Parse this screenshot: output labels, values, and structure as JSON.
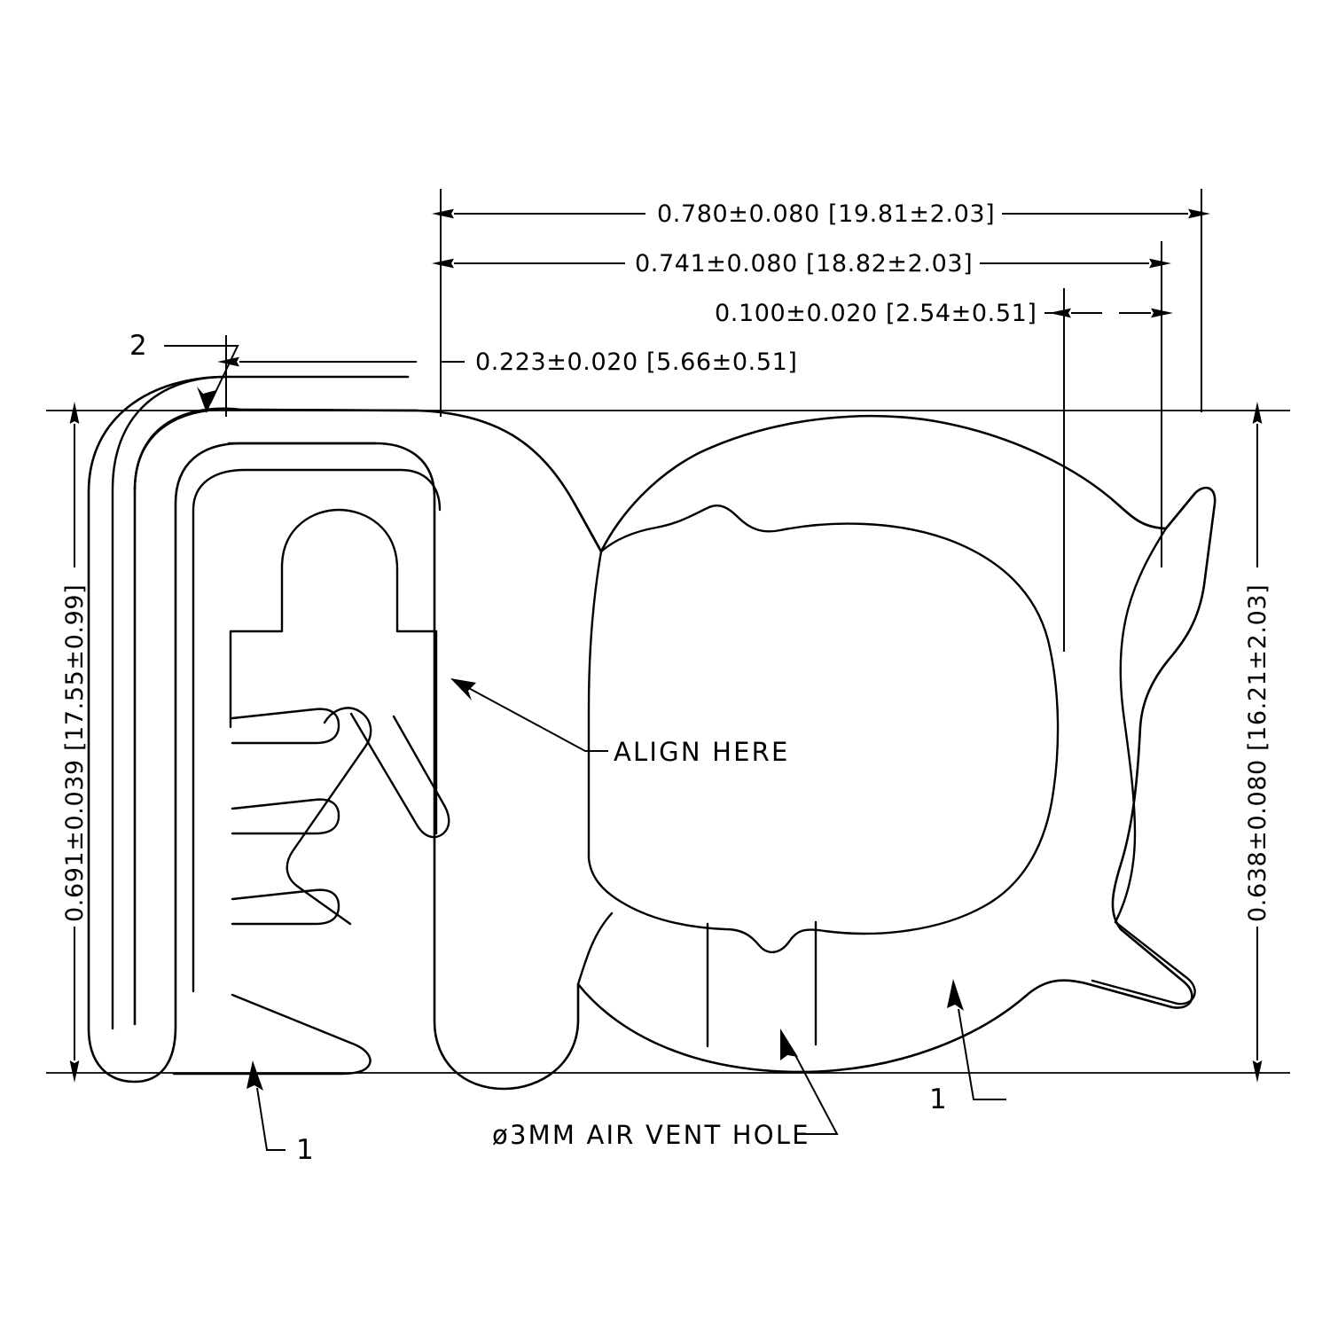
{
  "drawing": {
    "type": "engineering-cross-section",
    "subject": "rubber edge trim seal profile",
    "background_color": "#ffffff",
    "line_color": "#000000"
  },
  "dimensions": {
    "overall_width": {
      "label": "0.780±0.080  [19.81±2.03]",
      "inch_nominal": "0.780",
      "inch_tol": "0.080",
      "mm_nominal": "19.81",
      "mm_tol": "2.03",
      "orientation": "horizontal"
    },
    "secondary_width": {
      "label": "0.741±0.080  [18.82±2.03]",
      "inch_nominal": "0.741",
      "inch_tol": "0.080",
      "mm_nominal": "18.82",
      "mm_tol": "2.03",
      "orientation": "horizontal"
    },
    "tip_width": {
      "label": "0.100±0.020  [2.54±0.51]",
      "inch_nominal": "0.100",
      "inch_tol": "0.020",
      "mm_nominal": "2.54",
      "mm_tol": "0.51",
      "orientation": "horizontal"
    },
    "channel_width": {
      "label": "0.223±0.020  [5.66±0.51]",
      "inch_nominal": "0.223",
      "inch_tol": "0.020",
      "mm_nominal": "5.66",
      "mm_tol": "0.51",
      "orientation": "horizontal"
    },
    "left_height": {
      "label": "0.691±0.039  [17.55±0.99]",
      "inch_nominal": "0.691",
      "inch_tol": "0.039",
      "mm_nominal": "17.55",
      "mm_tol": "0.99",
      "orientation": "vertical"
    },
    "right_height": {
      "label": "0.638±0.080  [16.21±2.03]",
      "inch_nominal": "0.638",
      "inch_tol": "0.080",
      "mm_nominal": "16.21",
      "mm_tol": "2.03",
      "orientation": "vertical"
    }
  },
  "notes": {
    "align": "ALIGN HERE",
    "vent": "ø3MM AIR VENT HOLE"
  },
  "balloons": {
    "item_2": "2",
    "item_1_left": "1",
    "item_1_right": "1"
  }
}
